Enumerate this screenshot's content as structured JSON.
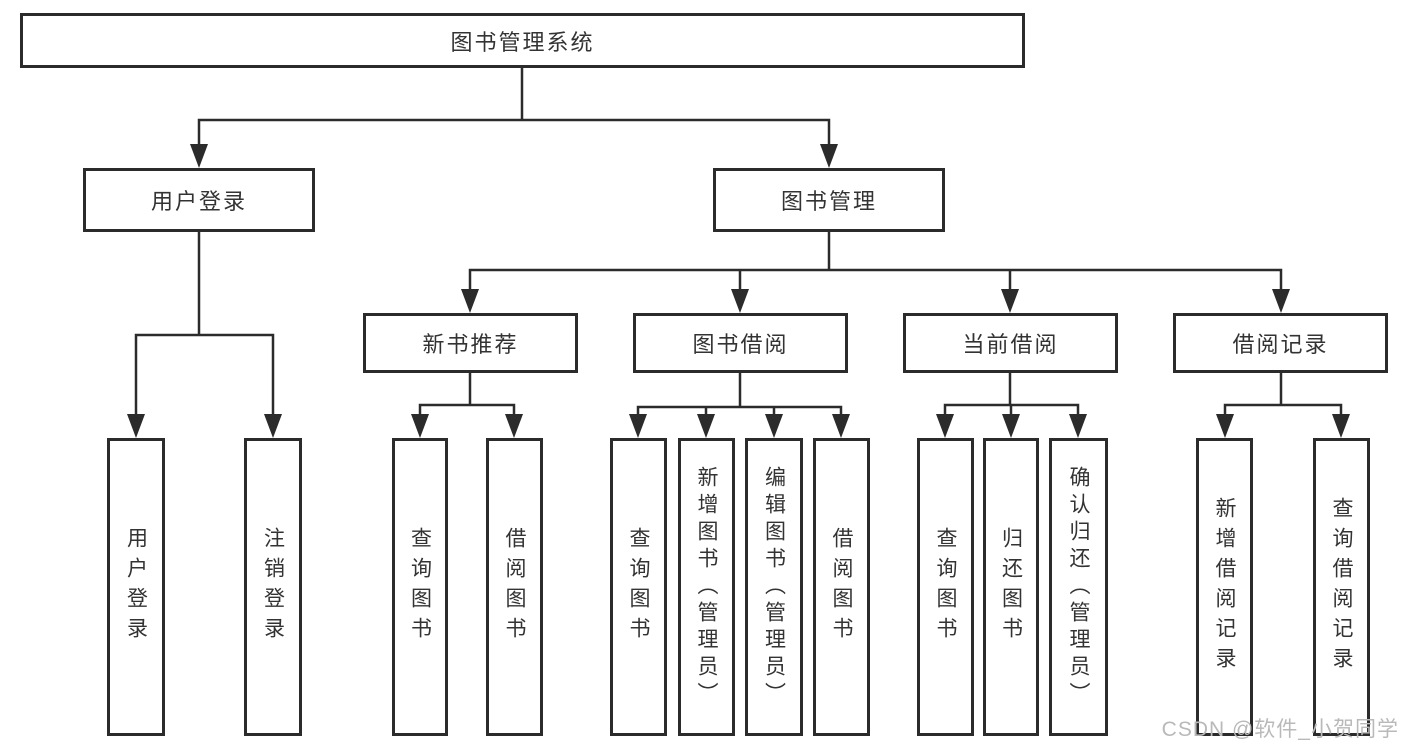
{
  "colors": {
    "line": "#2b2b2b",
    "text": "#333333",
    "watermark": "#b9b9b9",
    "background": "#ffffff"
  },
  "watermark": "CSDN @软件_小贺同学",
  "nodes": {
    "root": "图书管理系统",
    "user_login": "用户登录",
    "book_mgmt": "图书管理",
    "leaf_login": "用户登录",
    "leaf_logout": "注销登录",
    "new_rec": "新书推荐",
    "book_borrow": "图书借阅",
    "current_borrow": "当前借阅",
    "borrow_record": "借阅记录",
    "nr_query_book": "查询图书",
    "nr_borrow_book": "借阅图书",
    "bb_query_book": "查询图书",
    "bb_add_book": "新增图书（管理员）",
    "bb_edit_book": "编辑图书（管理员）",
    "bb_borrow_book": "借阅图书",
    "cb_query_book": "查询图书",
    "cb_return_book": "归还图书",
    "cb_confirm_return": "确认归还（管理员）",
    "br_add_record": "新增借阅记录",
    "br_query_record": "查询借阅记录"
  }
}
